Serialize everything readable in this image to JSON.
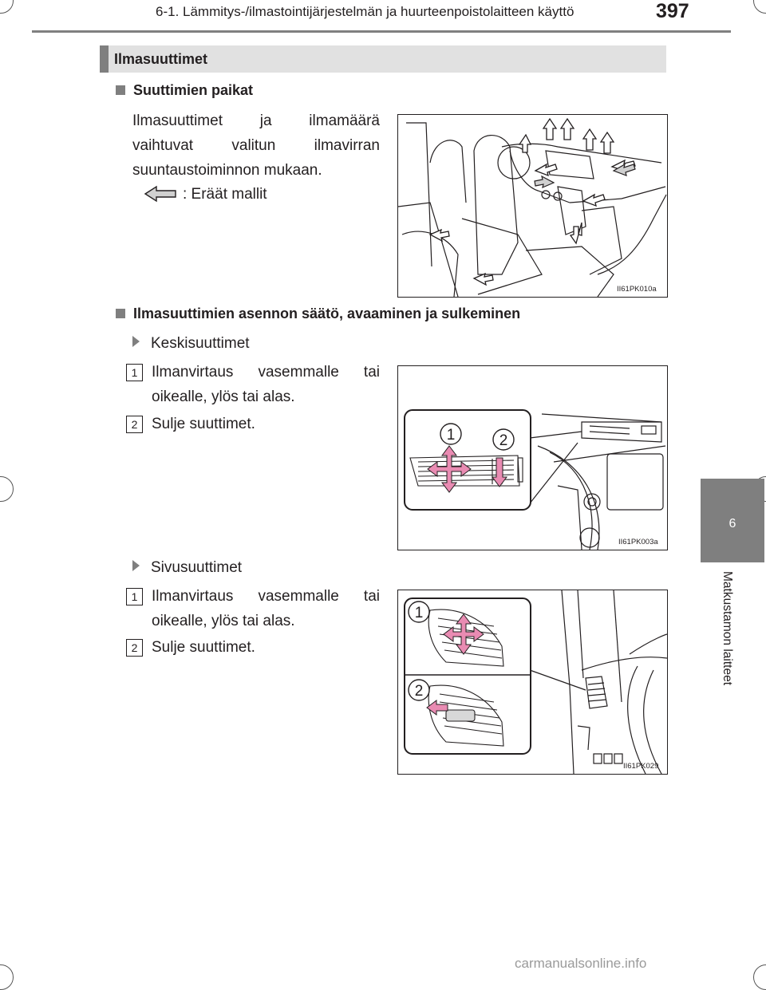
{
  "header": {
    "title": "6-1. Lämmitys-/ilmastointijärjestelmän ja huurteenpoistolaitteen käyttö",
    "page_number": "397"
  },
  "side_tab": {
    "number": "6",
    "label": "Matkustamon laitteet"
  },
  "section": {
    "title": "Ilmasuuttimet"
  },
  "sub1": {
    "heading": "Suuttimien paikat",
    "lines": [
      "Ilmasuuttimet ja ilmamäärä",
      "vaihtuvat valitun ilmavirran",
      "suuntaustoiminnon mukaan."
    ],
    "legend_text": ": Eräät mallit",
    "figure_code": "II61PK010a"
  },
  "sub2": {
    "heading": "Ilmasuuttimien asennon säätö, avaaminen ja sulkeminen",
    "center": {
      "label": "Keskisuuttimet",
      "items": [
        {
          "num": "1",
          "lines": [
            "Ilmanvirtaus vasemmalle tai",
            "oikealle, ylös tai alas."
          ]
        },
        {
          "num": "2",
          "lines": [
            "Sulje suuttimet."
          ]
        }
      ],
      "callouts": [
        "1",
        "2"
      ],
      "figure_code": "II61PK003a"
    },
    "side": {
      "label": "Sivusuuttimet",
      "items": [
        {
          "num": "1",
          "lines": [
            "Ilmanvirtaus vasemmalle tai",
            "oikealle, ylös tai alas."
          ]
        },
        {
          "num": "2",
          "lines": [
            "Sulje suuttimet."
          ]
        }
      ],
      "callouts": [
        "1",
        "2"
      ],
      "figure_code": "II61PK029"
    }
  },
  "watermark": "carmanualsonline.info",
  "colors": {
    "gray_tab": "#7f7f7f",
    "section_bar": "#e1e1e1",
    "arrow_pink": "#e98bb2",
    "text": "#231f20"
  }
}
